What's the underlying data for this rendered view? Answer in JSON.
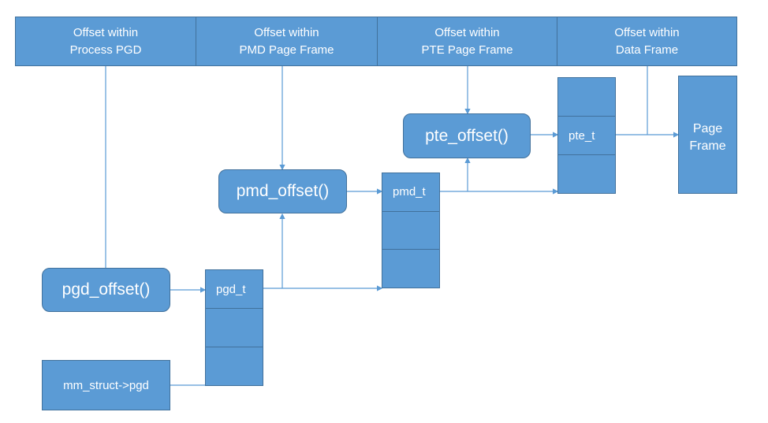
{
  "header": [
    {
      "line1": "Offset within",
      "line2": "Process PGD"
    },
    {
      "line1": "Offset within",
      "line2": "PMD Page Frame"
    },
    {
      "line1": "Offset within",
      "line2": "PTE Page Frame"
    },
    {
      "line1": "Offset within",
      "line2": "Data Frame"
    }
  ],
  "functions": {
    "pgd": "pgd_offset()",
    "pmd": "pmd_offset()",
    "pte": "pte_offset()"
  },
  "tables": {
    "pgd": "pgd_t",
    "pmd": "pmd_t",
    "pte": "pte_t"
  },
  "mm_struct": "mm_struct->pgd",
  "page_frame": {
    "line1": "Page",
    "line2": "Frame"
  },
  "colors": {
    "box_fill": "#5b9bd5",
    "box_border": "#41719c",
    "connector": "#5b9bd5"
  }
}
